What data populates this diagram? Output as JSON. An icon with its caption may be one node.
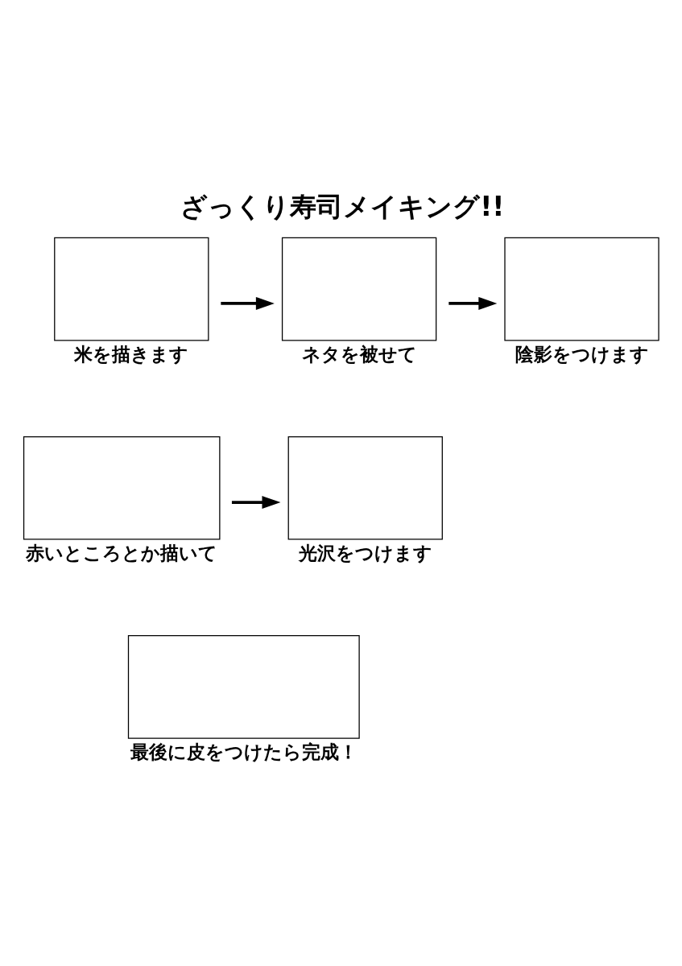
{
  "diagram": {
    "title": "ざっくり寿司メイキング!!",
    "nodes": [
      {
        "text": [],
        "shape": "box",
        "beside": [
          "米を描きます"
        ]
      },
      {
        "text": [],
        "shape": "box",
        "beside": [
          "ネタを被せて"
        ]
      },
      {
        "text": [],
        "shape": "box",
        "beside": [
          "陰影をつけます"
        ]
      },
      {
        "text": [],
        "shape": "box",
        "beside": [
          "赤いところとか描いて"
        ]
      },
      {
        "text": [],
        "shape": "box",
        "beside": [
          "光沢をつけます"
        ]
      },
      {
        "text": [],
        "shape": "box",
        "beside": [
          "最後に皮をつけたら完成！"
        ]
      }
    ],
    "edges": [
      {
        "from": 0,
        "to": 1,
        "arrow": "to"
      },
      {
        "from": 1,
        "to": 2,
        "arrow": "to"
      },
      {
        "from": 3,
        "to": 4,
        "arrow": "to"
      }
    ]
  }
}
